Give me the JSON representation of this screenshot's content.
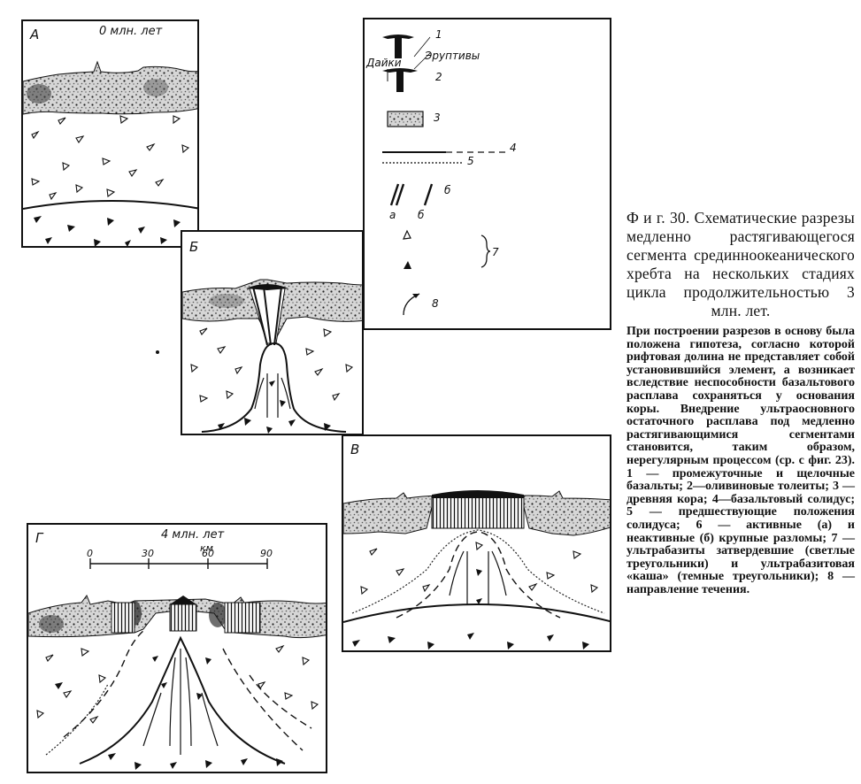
{
  "panels": {
    "a": {
      "label": "А",
      "title": "0 млн. лет"
    },
    "b": {
      "label": "Б"
    },
    "v": {
      "label": "В"
    },
    "g": {
      "label": "Г",
      "title": "4 млн. лет",
      "scale": {
        "unit": "км",
        "ticks": [
          "0",
          "30",
          "60",
          "90"
        ]
      }
    }
  },
  "legend": {
    "n1": "1",
    "n2": "2",
    "n3": "3",
    "n4": "4",
    "n5": "5",
    "n6": "б",
    "n7": "7",
    "n8": "8",
    "a": "а",
    "b": "б",
    "dikes": "Дайки",
    "eruptives": "Эруптивы"
  },
  "caption": {
    "title": "Ф и г.   30.   Схематические разрезы медленно растягивающегося сегмента срединноокеанического хребта на нескольких стадиях цикла продолжительностью 3 млн. лет.",
    "body": "При построении разрезов в основу была положена гипотеза, согласно которой рифтовая долина не представляет собой установившийся элемент, а возникает вследствие неспособности базальтового расплава сохраняться у основания коры. Внедрение ультраосновного остаточного расплава под медленно растягивающимися сегментами становится, таким образом, нерегулярным процессом (ср. с фиг. 23). 1 — промежуточные и щелочные базальты; 2—оливиновые толеиты; 3 — древняя кора; 4—базальтовый солидус; 5 — предшествующие положения солидуса; 6 — активные (а) и неактивные (б) крупные разломы; 7 — ультрабазиты затвердевшие (светлые треугольники) и ультрабазитовая «каша» (темные треугольники); 8 — направление течения."
  }
}
